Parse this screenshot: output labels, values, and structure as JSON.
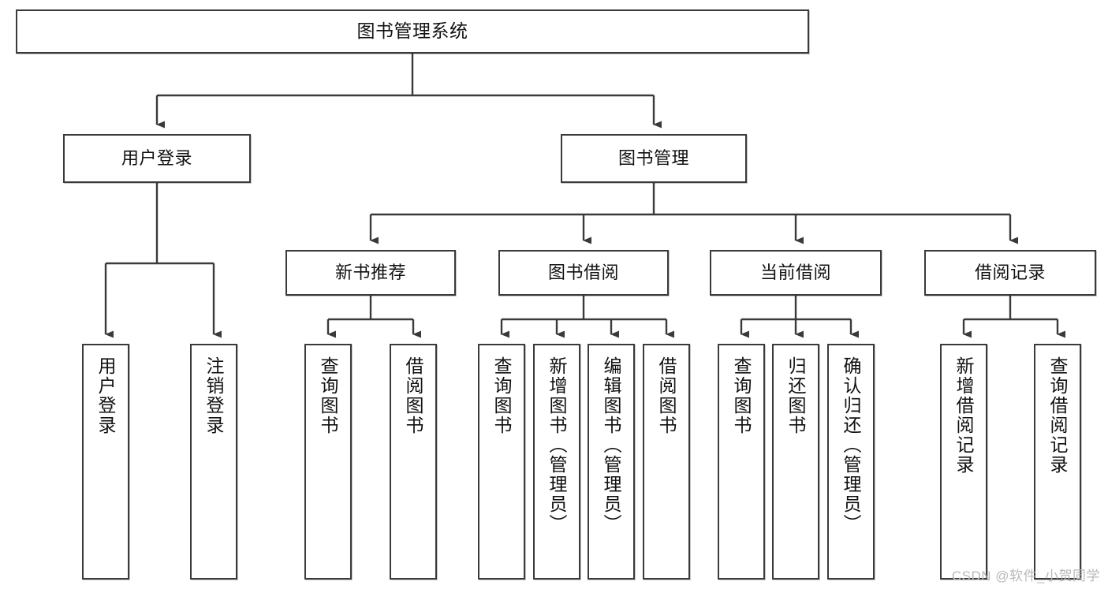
{
  "diagram": {
    "title": "图书管理系统",
    "type": "tree-structure-chart",
    "colors": {
      "box_border": "#3a3a3a",
      "box_fill": "#ffffff",
      "connector": "#3a3a3a",
      "watermark": "#b9b9b9",
      "background": "#ffffff"
    },
    "watermark": "CSDN @软件_小贺同学",
    "nodes": {
      "root": {
        "label": "图书管理系统"
      },
      "level2": [
        {
          "label": "用户登录"
        },
        {
          "label": "图书管理"
        }
      ],
      "level3": [
        {
          "label": "新书推荐"
        },
        {
          "label": "图书借阅"
        },
        {
          "label": "当前借阅"
        },
        {
          "label": "借阅记录"
        }
      ],
      "leaves_user_login": [
        {
          "label": "用户登录"
        },
        {
          "label": "注销登录"
        }
      ],
      "leaves_new_book": [
        {
          "label": "查询图书"
        },
        {
          "label": "借阅图书"
        }
      ],
      "leaves_borrow": [
        {
          "label": "查询图书"
        },
        {
          "label": "新增图书（管理员）"
        },
        {
          "label": "编辑图书（管理员）"
        },
        {
          "label": "借阅图书"
        }
      ],
      "leaves_current": [
        {
          "label": "查询图书"
        },
        {
          "label": "归还图书"
        },
        {
          "label": "确认归还（管理员）"
        }
      ],
      "leaves_records": [
        {
          "label": "新增借阅记录"
        },
        {
          "label": "查询借阅记录"
        }
      ]
    }
  }
}
